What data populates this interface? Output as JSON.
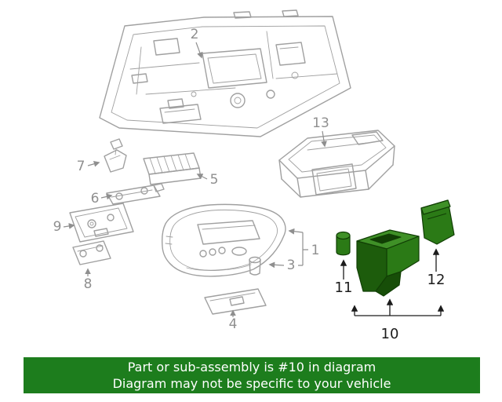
{
  "banner": {
    "line1": "Part or sub-assembly is #10 in diagram",
    "line2": "Diagram may not be specific to your vehicle"
  },
  "callouts": {
    "part1": {
      "label": "1",
      "highlighted": false
    },
    "part2": {
      "label": "2",
      "highlighted": false
    },
    "part3": {
      "label": "3",
      "highlighted": false
    },
    "part4": {
      "label": "4",
      "highlighted": false
    },
    "part5": {
      "label": "5",
      "highlighted": false
    },
    "part6": {
      "label": "6",
      "highlighted": false
    },
    "part7": {
      "label": "7",
      "highlighted": false
    },
    "part8": {
      "label": "8",
      "highlighted": false
    },
    "part9": {
      "label": "9",
      "highlighted": false
    },
    "part10": {
      "label": "10",
      "highlighted": true
    },
    "part11": {
      "label": "11",
      "highlighted": true
    },
    "part12": {
      "label": "12",
      "highlighted": true
    },
    "part13": {
      "label": "13",
      "highlighted": false
    }
  },
  "highlight": {
    "part_numbers": [
      "10",
      "11",
      "12"
    ]
  },
  "colors": {
    "background": "#ffffff",
    "line": "#a0a0a0",
    "label": "#8f8f8f",
    "label_dark": "#1c1c1c",
    "highlight": "#2b7a16",
    "highlight_light": "#3f9027",
    "highlight_dark": "#1d5c0c",
    "highlight_darker": "#174e08",
    "highlight_deep": "#113f05",
    "banner_bg": "#1d7d1d",
    "banner_text": "#ffffff"
  }
}
